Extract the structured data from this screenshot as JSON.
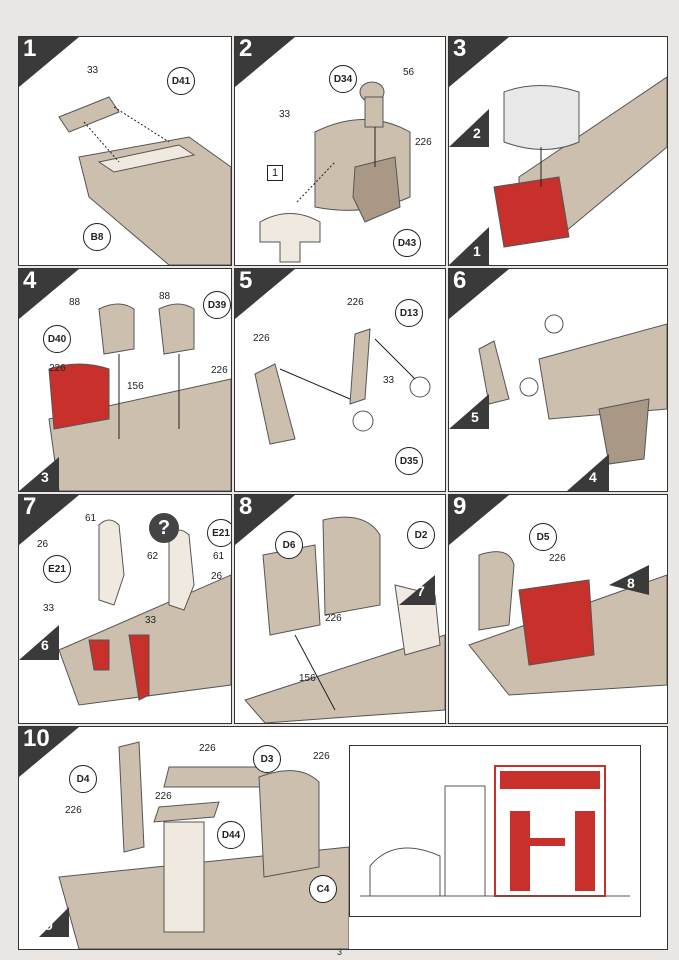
{
  "page_number": "3",
  "colors": {
    "part": "#cdbfae",
    "part_dark": "#a89885",
    "highlight": "#c8302c",
    "panel_bg": "#ffffff",
    "tri": "#3a3a3a"
  },
  "steps": [
    {
      "num": "1",
      "labels": [
        "33"
      ],
      "circles": [
        "D41",
        "B8"
      ]
    },
    {
      "num": "2",
      "labels": [
        "56",
        "33",
        "226"
      ],
      "circles": [
        "D34",
        "D43"
      ],
      "box": "1"
    },
    {
      "num": "3",
      "refs": [
        "2",
        "1"
      ]
    },
    {
      "num": "4",
      "labels": [
        "88",
        "88",
        "226",
        "226",
        "156"
      ],
      "circles": [
        "D39",
        "D40"
      ],
      "refs": [
        "3"
      ]
    },
    {
      "num": "5",
      "labels": [
        "226",
        "226",
        "33"
      ],
      "circles": [
        "D13",
        "D35"
      ]
    },
    {
      "num": "6",
      "refs": [
        "5",
        "4"
      ]
    },
    {
      "num": "7",
      "labels": [
        "61",
        "26",
        "62",
        "61",
        "26",
        "33",
        "33"
      ],
      "circles": [
        "E21",
        "E21"
      ],
      "refs": [
        "6"
      ],
      "question": "?"
    },
    {
      "num": "8",
      "labels": [
        "226",
        "156"
      ],
      "circles": [
        "D6",
        "D2"
      ],
      "refs": [
        "7"
      ]
    },
    {
      "num": "9",
      "labels": [
        "226"
      ],
      "circles": [
        "D5"
      ],
      "refs": [
        "8"
      ]
    },
    {
      "num": "10",
      "labels": [
        "226",
        "226",
        "226",
        "226"
      ],
      "circles": [
        "D3",
        "D4",
        "D44",
        "C4"
      ],
      "refs": [
        "9"
      ]
    }
  ]
}
